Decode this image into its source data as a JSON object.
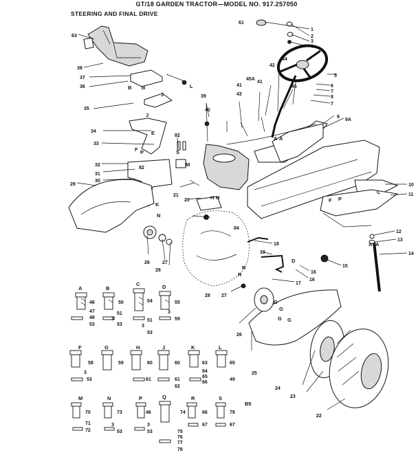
{
  "header": {
    "title": "GT/18 GARDEN TRACTOR—MODEL NO. 917.257050",
    "subtitle": "STEERING AND FINAL DRIVE"
  },
  "corner_label": "B5",
  "callouts": [
    "61",
    "1",
    "2",
    "3",
    "4",
    "5",
    "6",
    "7",
    "8",
    "7",
    "9",
    "9A",
    "10",
    "11",
    "12",
    "13",
    "14",
    "15",
    "16",
    "16",
    "17",
    "18",
    "19",
    "20",
    "21",
    "22",
    "23",
    "24",
    "25",
    "26",
    "26",
    "27",
    "27",
    "28",
    "28",
    "29",
    "30",
    "31",
    "32",
    "33",
    "34",
    "35",
    "36",
    "37",
    "38",
    "39",
    "40",
    "41",
    "41",
    "42",
    "43",
    "44",
    "45",
    "45A",
    "63",
    "82",
    "82",
    "84"
  ],
  "letter_tags": [
    "A",
    "A",
    "A",
    "A",
    "B",
    "B",
    "C",
    "D",
    "E",
    "F",
    "F",
    "G",
    "G",
    "G",
    "G",
    "H",
    "H",
    "J",
    "J",
    "K",
    "L",
    "M",
    "N",
    "P",
    "P",
    "R",
    "R",
    "S"
  ],
  "hardware_groups": [
    {
      "letter": "A",
      "part": "46",
      "extras": [
        "47",
        "48",
        "53"
      ]
    },
    {
      "letter": "B",
      "part": "50",
      "extras": [
        "51",
        "3",
        "53"
      ]
    },
    {
      "letter": "C",
      "part": "54",
      "extras": [
        "51",
        "3",
        "53"
      ]
    },
    {
      "letter": "D",
      "part": "55",
      "extras": [
        "3",
        "59"
      ]
    },
    {
      "letter": "F",
      "part": "58",
      "extras": [
        "3",
        "53"
      ]
    },
    {
      "letter": "G",
      "part": "59",
      "extras": []
    },
    {
      "letter": "H",
      "part": "60",
      "extras": [
        "61"
      ]
    },
    {
      "letter": "J",
      "part": "60",
      "extras": [
        "61",
        "62"
      ]
    },
    {
      "letter": "K",
      "part": "63",
      "extras": [
        "64",
        "65",
        "66"
      ]
    },
    {
      "letter": "L",
      "part": "65",
      "extras": [
        "49"
      ]
    },
    {
      "letter": "M",
      "part": "70",
      "extras": [
        "71",
        "72"
      ]
    },
    {
      "letter": "N",
      "part": "73",
      "extras": [
        "3",
        "53"
      ]
    },
    {
      "letter": "P",
      "part": "46",
      "extras": [
        "3",
        "53"
      ]
    },
    {
      "letter": "Q",
      "part": "74",
      "extras": [
        "75",
        "76",
        "77",
        "78"
      ]
    },
    {
      "letter": "R",
      "part": "66",
      "extras": [
        "67"
      ]
    },
    {
      "letter": "S",
      "part": "79",
      "extras": [
        "67"
      ]
    }
  ]
}
